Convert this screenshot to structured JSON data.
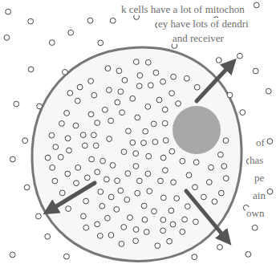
{
  "diagram": {
    "labels": [
      "k cells have a lot of mitochon",
      "ey have lots of dendri",
      "and receiver",
      "of",
      "has",
      "pe",
      "ain",
      "own"
    ]
  }
}
